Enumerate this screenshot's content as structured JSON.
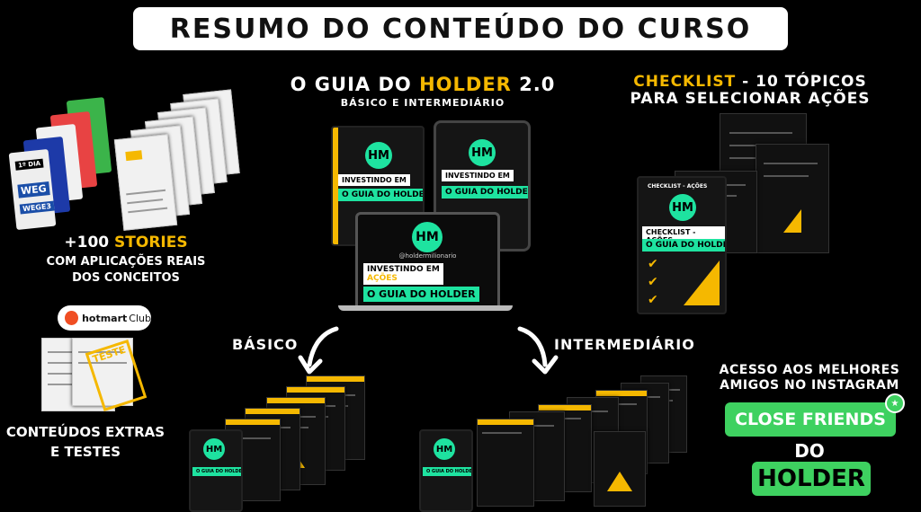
{
  "header": {
    "title": "RESUMO DO CONTEÚDO DO CURSO"
  },
  "guide": {
    "title_part1": "O GUIA DO ",
    "title_highlight": "HOLDER",
    "title_part2": " 2.0",
    "subtitle": "BÁSICO E INTERMEDIÁRIO",
    "book_handle": "@holdermilionario",
    "book_label_line1": "INVESTINDO EM",
    "book_label_line2": "AÇÕES",
    "book_guide_prefix": "O GUIA DO ",
    "book_guide_highlight": "HOLDER",
    "logo_text": "HM"
  },
  "checklist": {
    "title_highlight": "CHECKLIST",
    "title_rest": " - 10 TÓPICOS",
    "title_line2": "PARA SELECIONAR AÇÕES",
    "cover_label": "CHECKLIST - AÇÕES"
  },
  "stories": {
    "prefix": "+100 ",
    "highlight": "STORIES",
    "line2": "COM APLICAÇÕES REAIS",
    "line3": "DOS CONCEITOS",
    "card_tag": "1º DIA",
    "card_brand": "WEG",
    "card_ticker": "WEGE3"
  },
  "extras": {
    "platform_name": "hotmart",
    "platform_suffix": "Club",
    "line1": "CONTEÚDOS EXTRAS",
    "line2": "E TESTES",
    "stamp": "TESTE"
  },
  "tracks": {
    "basic": "BÁSICO",
    "intermediate": "INTERMEDIÁRIO"
  },
  "close_friends": {
    "line1": "ACESSO AOS MELHORES",
    "line2": "AMIGOS NO INSTAGRAM",
    "badge": "CLOSE FRIENDS",
    "connector": "DO",
    "holder": "HOLDER"
  },
  "colors": {
    "accent_yellow": "#f5b800",
    "accent_green": "#3ed160",
    "teal": "#1ee3a0",
    "background": "#000000"
  }
}
